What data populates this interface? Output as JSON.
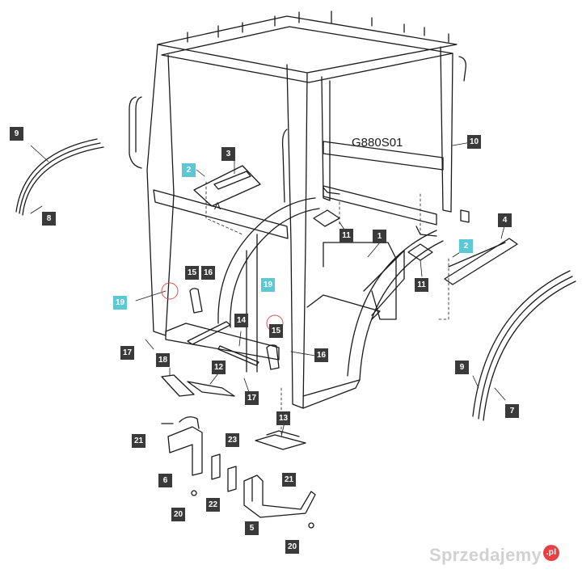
{
  "diagram": {
    "code": "G880S01",
    "detail_letter": "A",
    "callouts": [
      {
        "id": "c9a",
        "label": "9",
        "highlight": false
      },
      {
        "id": "c8",
        "label": "8",
        "highlight": false
      },
      {
        "id": "c3",
        "label": "3",
        "highlight": false
      },
      {
        "id": "c2a",
        "label": "2",
        "highlight": true
      },
      {
        "id": "c10",
        "label": "10",
        "highlight": false
      },
      {
        "id": "c4",
        "label": "4",
        "highlight": false
      },
      {
        "id": "c2b",
        "label": "2",
        "highlight": true
      },
      {
        "id": "c11a",
        "label": "11",
        "highlight": false
      },
      {
        "id": "c1",
        "label": "1",
        "highlight": false
      },
      {
        "id": "c11b",
        "label": "11",
        "highlight": false
      },
      {
        "id": "c15a",
        "label": "15",
        "highlight": false
      },
      {
        "id": "c16a",
        "label": "16",
        "highlight": false
      },
      {
        "id": "c19a",
        "label": "19",
        "highlight": true
      },
      {
        "id": "c19b",
        "label": "19",
        "highlight": true
      },
      {
        "id": "c15b",
        "label": "15",
        "highlight": false
      },
      {
        "id": "c14",
        "label": "14",
        "highlight": false
      },
      {
        "id": "c17a",
        "label": "17",
        "highlight": false
      },
      {
        "id": "c16b",
        "label": "16",
        "highlight": false
      },
      {
        "id": "c18",
        "label": "18",
        "highlight": false
      },
      {
        "id": "c12",
        "label": "12",
        "highlight": false
      },
      {
        "id": "c17b",
        "label": "17",
        "highlight": false
      },
      {
        "id": "c9b",
        "label": "9",
        "highlight": false
      },
      {
        "id": "c7",
        "label": "7",
        "highlight": false
      },
      {
        "id": "c13",
        "label": "13",
        "highlight": false
      },
      {
        "id": "c21a",
        "label": "21",
        "highlight": false
      },
      {
        "id": "c23",
        "label": "23",
        "highlight": false
      },
      {
        "id": "c6",
        "label": "6",
        "highlight": false
      },
      {
        "id": "c21b",
        "label": "21",
        "highlight": false
      },
      {
        "id": "c22",
        "label": "22",
        "highlight": false
      },
      {
        "id": "c20a",
        "label": "20",
        "highlight": false
      },
      {
        "id": "c5",
        "label": "5",
        "highlight": false
      },
      {
        "id": "c20b",
        "label": "20",
        "highlight": false
      }
    ]
  },
  "watermark": {
    "text": "Sprzedajemy",
    "badge": ".pl"
  },
  "colors": {
    "line": "#1a1a1a",
    "callout_bg": "#3a3a3a",
    "callout_highlight": "#5cc8d6",
    "watermark": "#cdcdcd",
    "badge": "#e54343"
  }
}
